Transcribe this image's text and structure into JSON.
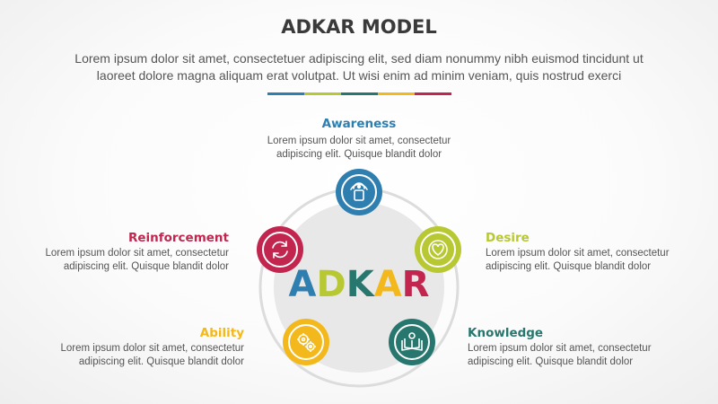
{
  "title": "ADKAR MODEL",
  "description": {
    "line1": "Lorem ipsum dolor sit amet, consectetuer adipiscing elit, sed diam nonummy nibh euismod tincidunt ut",
    "line2": "laoreet dolore magna aliquam erat volutpat. Ut wisi enim ad minim veniam, quis nostrud exerci"
  },
  "divider_colors": [
    "#2e7fb0",
    "#b7c832",
    "#27776e",
    "#f3b81c",
    "#c2264f"
  ],
  "center_letters": [
    {
      "char": "A",
      "color": "#2e7fb0"
    },
    {
      "char": "D",
      "color": "#b7c832"
    },
    {
      "char": "K",
      "color": "#27776e"
    },
    {
      "char": "A",
      "color": "#f3b81c"
    },
    {
      "char": "R",
      "color": "#c2264f"
    }
  ],
  "stages": [
    {
      "name": "Awareness",
      "color": "#2e7fb0",
      "icon": "beacon-icon",
      "line1": "Lorem ipsum dolor sit amet, consectetur",
      "line2": "adipiscing elit. Quisque blandit dolor"
    },
    {
      "name": "Desire",
      "color": "#b7c832",
      "icon": "heart-icon",
      "line1": "Lorem ipsum dolor sit amet, consectetur",
      "line2": "adipiscing elit. Quisque blandit dolor"
    },
    {
      "name": "Knowledge",
      "color": "#27776e",
      "icon": "book-icon",
      "line1": "Lorem ipsum dolor sit amet, consectetur",
      "line2": "adipiscing elit. Quisque blandit dolor"
    },
    {
      "name": "Ability",
      "color": "#f3b81c",
      "icon": "gears-icon",
      "line1": "Lorem ipsum dolor sit amet, consectetur",
      "line2": "adipiscing elit. Quisque blandit dolor"
    },
    {
      "name": "Reinforcement",
      "color": "#c2264f",
      "icon": "refresh-icon",
      "line1": "Lorem ipsum dolor sit amet, consectetur",
      "line2": "adipiscing elit. Quisque blandit dolor"
    }
  ]
}
